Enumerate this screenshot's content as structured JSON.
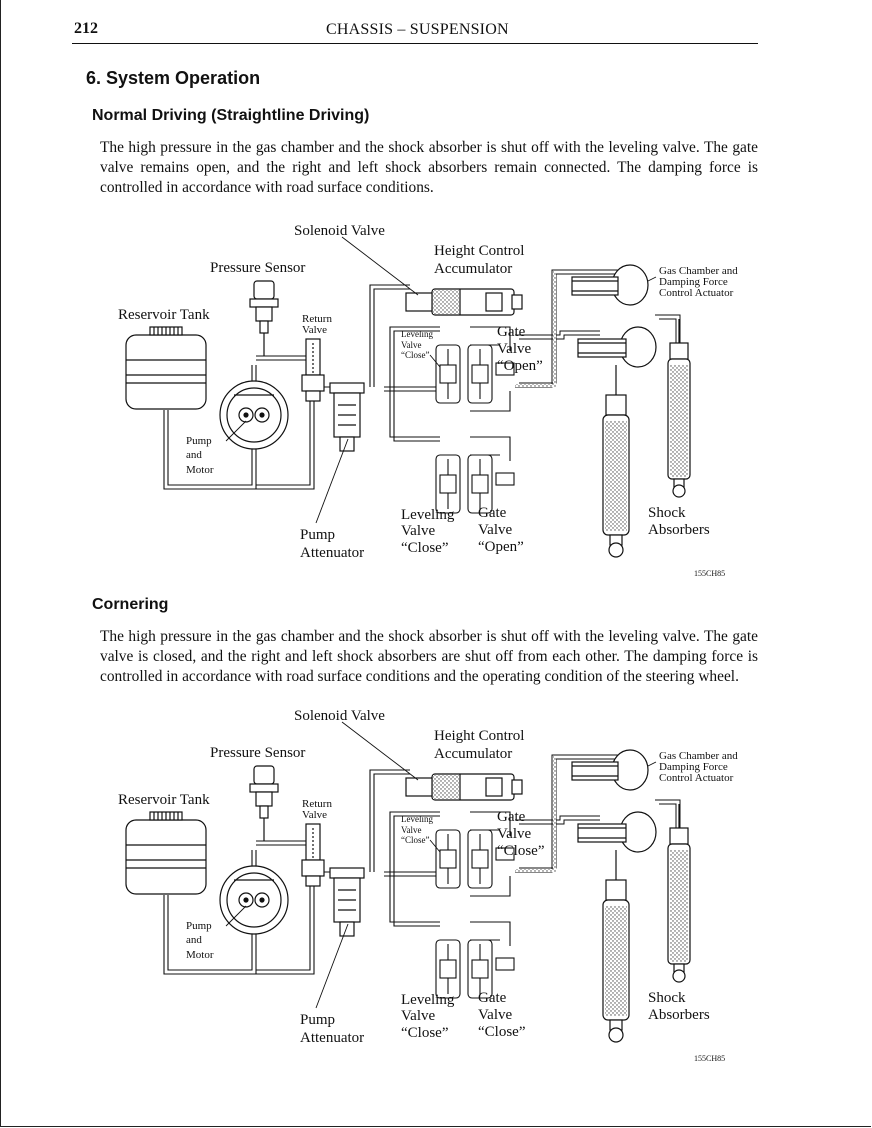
{
  "header": {
    "page_number": "212",
    "title": "CHASSIS – SUSPENSION"
  },
  "section_title": "6. System Operation",
  "normal": {
    "heading": "Normal Driving (Straightline Driving)",
    "paragraph": "The high pressure in the gas chamber and the shock absorber is shut off with the leveling valve. The gate valve remains open, and the right and left shock absorbers remain connected. The damping force is controlled in accordance with road surface conditions."
  },
  "cornering": {
    "heading": "Cornering",
    "paragraph": "The high pressure in the gas chamber and the shock absorber is shut off with the leveling valve. The gate valve is closed, and the right and left shock absorbers are shut off from each other. The damping force is controlled in accordance with road surface conditions and the operating condition of the steering wheel."
  },
  "diagram1": {
    "solenoid_valve": "Solenoid Valve",
    "height_control_1": "Height Control",
    "height_control_2": "Accumulator",
    "pressure_sensor": "Pressure Sensor",
    "reservoir_tank": "Reservoir Tank",
    "return_valve_1": "Return",
    "return_valve_2": "Valve",
    "gas_chamber_1": "Gas Chamber and",
    "gas_chamber_2": "Damping Force",
    "gas_chamber_3": "Control Actuator",
    "inner_leveling_1": "Leveling",
    "inner_leveling_2": "Valve",
    "inner_leveling_3": "“Close”",
    "gate_upper_1": "Gate",
    "gate_upper_2": "Valve",
    "gate_upper_3": "“Open”",
    "pump_motor_1": "Pump",
    "pump_motor_2": "and",
    "pump_motor_3": "Motor",
    "pump_attenuator_1": "Pump",
    "pump_attenuator_2": "Attenuator",
    "leveling_lower_1": "Leveling",
    "leveling_lower_2": "Valve",
    "leveling_lower_3": "“Close”",
    "gate_lower_1": "Gate",
    "gate_lower_2": "Valve",
    "gate_lower_3": "“Open”",
    "shock_1": "Shock",
    "shock_2": "Absorbers",
    "figure_code": "155CH85"
  },
  "diagram2": {
    "solenoid_valve": "Solenoid Valve",
    "height_control_1": "Height Control",
    "height_control_2": "Accumulator",
    "pressure_sensor": "Pressure Sensor",
    "reservoir_tank": "Reservoir Tank",
    "return_valve_1": "Return",
    "return_valve_2": "Valve",
    "gas_chamber_1": "Gas Chamber and",
    "gas_chamber_2": "Damping Force",
    "gas_chamber_3": "Control Actuator",
    "inner_leveling_1": "Leveling",
    "inner_leveling_2": "Valve",
    "inner_leveling_3": "“Close”",
    "gate_upper_1": "Gate",
    "gate_upper_2": "Valve",
    "gate_upper_3": "“Close”",
    "pump_motor_1": "Pump",
    "pump_motor_2": "and",
    "pump_motor_3": "Motor",
    "pump_attenuator_1": "Pump",
    "pump_attenuator_2": "Attenuator",
    "leveling_lower_1": "Leveling",
    "leveling_lower_2": "Valve",
    "leveling_lower_3": "“Close”",
    "gate_lower_1": "Gate",
    "gate_lower_2": "Valve",
    "gate_lower_3": "“Close”",
    "shock_1": "Shock",
    "shock_2": "Absorbers",
    "figure_code": "155CH85"
  }
}
